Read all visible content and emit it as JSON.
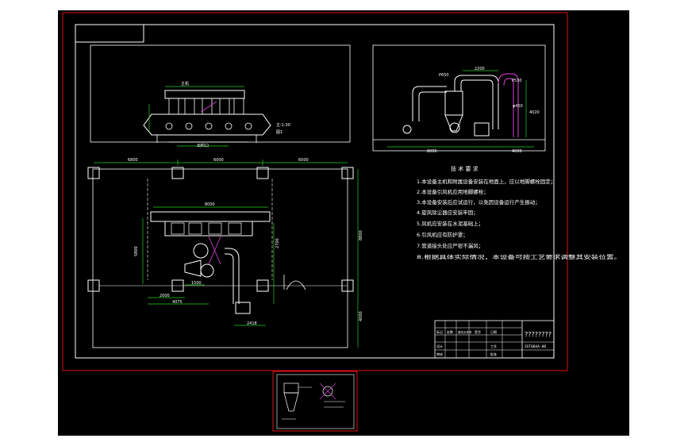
{
  "colors": {
    "background": "#000000",
    "frame": "#e01010",
    "line": "#ffffff",
    "dimension": "#20d020",
    "accent": "#e040e0",
    "text": "#ffffff"
  },
  "dimensions": {
    "plan_top_left": "6800",
    "plan_top_mid": "6000",
    "plan_top_right": "6000",
    "plan_inner_width": "8000",
    "plan_right_height": "8800",
    "plan_right_lower": "4000",
    "plan_left_height": "5800",
    "plan_mid_height": "2700",
    "plan_bottom_1": "2000",
    "plan_bottom_2": "1500",
    "plan_bottom_3": "4075",
    "plan_bottom_4": "2418",
    "side_bottom_1": "8000",
    "side_bottom_2": "4000",
    "side_top": "2200",
    "side_label_1": "P650",
    "side_label_2": "P530",
    "side_label_3": "φ450",
    "side_height": "4020"
  },
  "notes": {
    "title": "技 术 要 求",
    "items": [
      "1.本设备主机和附属设备安装在地面上，应以地脚螺栓固定；",
      "2.本设备引风机应用地脚螺栓；",
      "3.本设备安装后应试运行，以免因设备运行产生振动；",
      "4.旋风除尘器应安装牢固；",
      "5.风机应安装在水泥基础上；",
      "6.引风机应有防护罩；",
      "7.管道接头处应严密不漏风；",
      "8.根据具体实际情况，本设备可按工艺要求调整其安装位置。"
    ]
  },
  "title_block": {
    "title": "????????",
    "drawing_no": "ZGT004A-00",
    "cells": [
      "标记",
      "处数",
      "更改文件号",
      "签字",
      "日期",
      "设计",
      "审核",
      "工艺",
      "批准"
    ]
  },
  "elevation_labels": {
    "label_1": "主机",
    "label_2": "出料口",
    "note_1": "主:1:30",
    "note_2": "图1"
  }
}
